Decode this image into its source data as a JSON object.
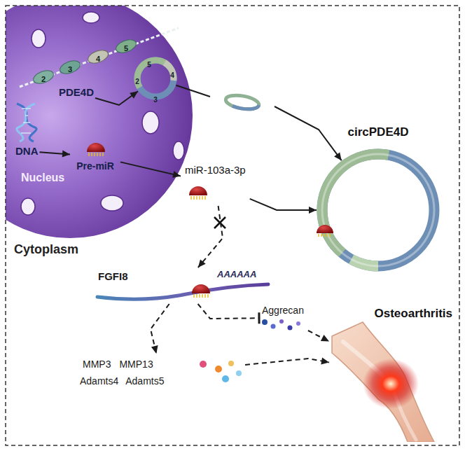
{
  "diagram": {
    "nodes": [
      {
        "text": [
          "Nucleus"
        ]
      },
      {
        "text": [
          "PDE4D"
        ],
        "in": 0
      },
      {
        "text": [
          "5",
          "4",
          "3",
          "2"
        ],
        "in": 0
      },
      {
        "text": [
          "DNA"
        ],
        "in": 0
      },
      {
        "text": [
          "Pre-miR"
        ],
        "in": 0
      },
      {
        "text": [
          "miR-103a-3p"
        ]
      },
      {
        "text": [
          "circPDE4D"
        ]
      },
      {
        "text": [
          "FGFI8",
          "AAAAAA"
        ]
      },
      {
        "text": [
          "Aggrecan"
        ]
      },
      {
        "text": [
          "MMP3",
          "MMP13",
          "Adamts4",
          "Adamts5"
        ]
      },
      {
        "text": [
          "Osteoarthritis"
        ]
      }
    ],
    "edges": [
      {
        "from": 1,
        "to": 2,
        "arrow": "to"
      },
      {
        "from": 2,
        "to": 6,
        "arrow": "to"
      },
      {
        "from": 3,
        "to": 4,
        "arrow": "to"
      },
      {
        "from": 4,
        "to": 5,
        "arrow": "to"
      },
      {
        "from": 5,
        "to": 6,
        "arrow": "to"
      },
      {
        "from": 5,
        "to": 7,
        "arrow": "to"
      },
      {
        "from": 7,
        "to": 8,
        "arrow": "to"
      },
      {
        "from": 7,
        "to": 9,
        "arrow": "to"
      },
      {
        "from": 8,
        "to": 10,
        "arrow": "to"
      },
      {
        "from": 9,
        "to": 10,
        "arrow": "to"
      }
    ],
    "labels": [
      "2",
      "3",
      "4",
      "5",
      "Cytoplasm"
    ]
  }
}
